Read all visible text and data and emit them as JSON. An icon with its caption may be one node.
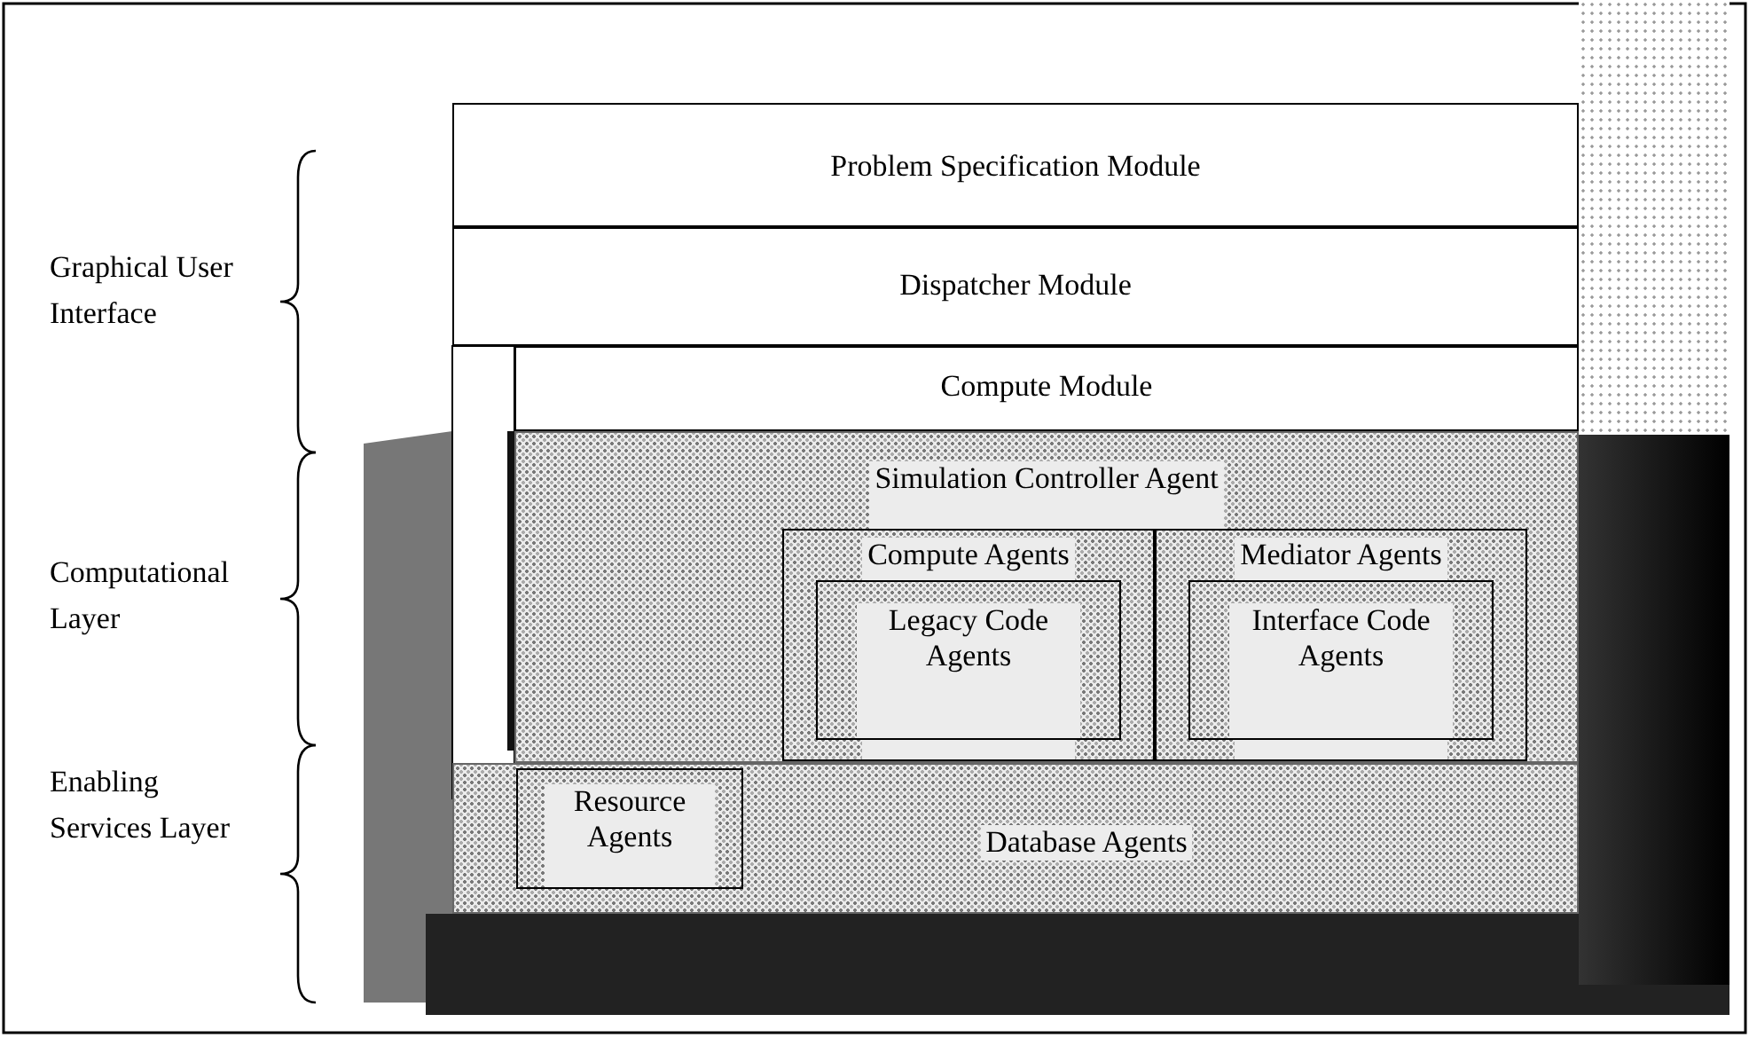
{
  "diagram": {
    "nodes": [
      {
        "text": [
          "Problem Specification Module"
        ]
      },
      {
        "text": [
          "Dispatcher Module"
        ]
      },
      {
        "text": [
          "Compute Module"
        ]
      },
      {
        "text": [
          "Simulation Controller Agent"
        ]
      },
      {
        "text": [
          "Compute Agents"
        ],
        "in": 3
      },
      {
        "text": [
          "Legacy Code Agents"
        ],
        "in": 4
      },
      {
        "text": [
          "Mediator Agents"
        ],
        "in": 3
      },
      {
        "text": [
          "Interface Code Agents"
        ],
        "in": 6
      },
      {
        "text": [
          "Database Agents"
        ]
      },
      {
        "text": [
          "Resource Agents"
        ],
        "in": 8
      },
      {
        "text": [],
        "shape": "bar"
      },
      {
        "text": [],
        "shape": "bar"
      }
    ],
    "labels": [
      "Graphical User Interface",
      "Computational Layer",
      "Enabling Services Layer"
    ]
  }
}
